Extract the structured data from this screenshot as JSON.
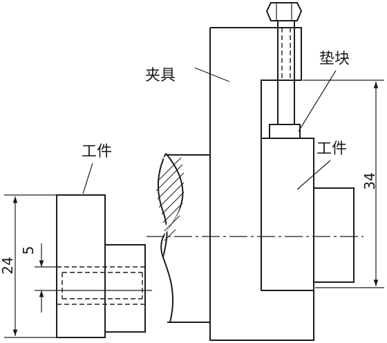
{
  "labels": {
    "fixture": "夹具",
    "spacer": "垫块",
    "workpiece_left": "工件",
    "workpiece_right": "工件"
  },
  "dimensions": {
    "left_height": "24",
    "hole_dia": "5",
    "right_height": "34"
  }
}
